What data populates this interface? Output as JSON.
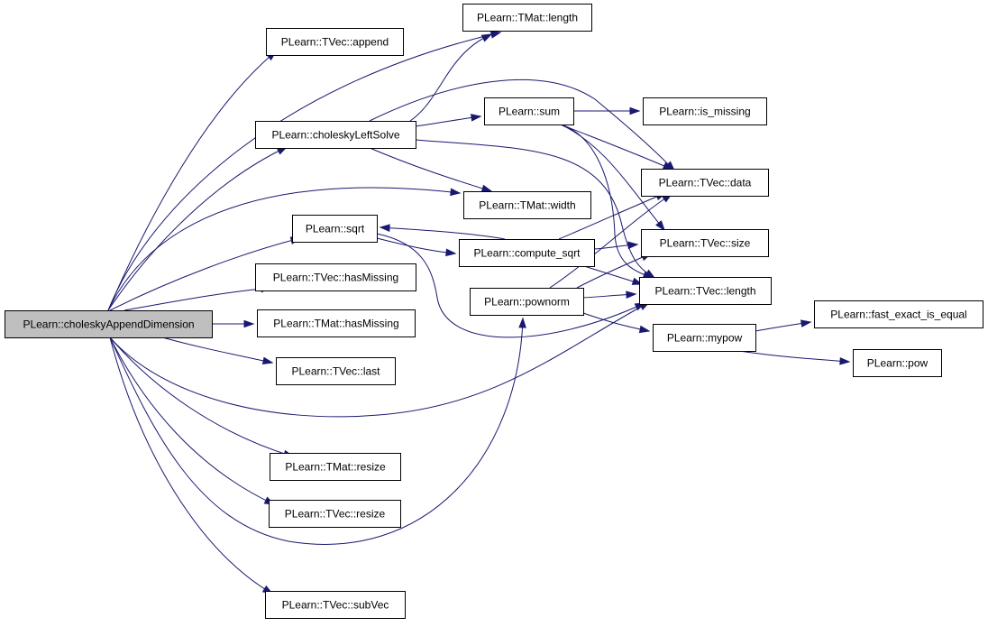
{
  "graph": {
    "colors": {
      "edge": "#191970",
      "root_fill": "#bfbfbf",
      "node_fill": "#ffffff"
    },
    "nodes": [
      {
        "id": "cholesky_append_dimension",
        "label": "PLearn::choleskyAppendDimension"
      },
      {
        "id": "tvec_append",
        "label": "PLearn::TVec::append"
      },
      {
        "id": "tmat_length",
        "label": "PLearn::TMat::length"
      },
      {
        "id": "cholesky_left_solve",
        "label": "PLearn::choleskyLeftSolve"
      },
      {
        "id": "sum",
        "label": "PLearn::sum"
      },
      {
        "id": "is_missing",
        "label": "PLearn::is_missing"
      },
      {
        "id": "tvec_data",
        "label": "PLearn::TVec::data"
      },
      {
        "id": "tmat_width",
        "label": "PLearn::TMat::width"
      },
      {
        "id": "sqrt",
        "label": "PLearn::sqrt"
      },
      {
        "id": "compute_sqrt",
        "label": "PLearn::compute_sqrt"
      },
      {
        "id": "tvec_size",
        "label": "PLearn::TVec::size"
      },
      {
        "id": "tvec_hasmissing",
        "label": "PLearn::TVec::hasMissing"
      },
      {
        "id": "pownorm",
        "label": "PLearn::pownorm"
      },
      {
        "id": "tvec_length",
        "label": "PLearn::TVec::length"
      },
      {
        "id": "tmat_hasmissing",
        "label": "PLearn::TMat::hasMissing"
      },
      {
        "id": "mypow",
        "label": "PLearn::mypow"
      },
      {
        "id": "fast_exact_is_equal",
        "label": "PLearn::fast_exact_is_equal"
      },
      {
        "id": "pow",
        "label": "PLearn::pow"
      },
      {
        "id": "tvec_last",
        "label": "PLearn::TVec::last"
      },
      {
        "id": "tmat_resize",
        "label": "PLearn::TMat::resize"
      },
      {
        "id": "tvec_resize",
        "label": "PLearn::TVec::resize"
      },
      {
        "id": "tvec_subvec",
        "label": "PLearn::TVec::subVec"
      }
    ],
    "edges": [
      {
        "from": "cholesky_append_dimension",
        "to": "tvec_append"
      },
      {
        "from": "cholesky_append_dimension",
        "to": "tmat_length"
      },
      {
        "from": "cholesky_append_dimension",
        "to": "cholesky_left_solve"
      },
      {
        "from": "cholesky_append_dimension",
        "to": "tmat_width"
      },
      {
        "from": "cholesky_append_dimension",
        "to": "sqrt"
      },
      {
        "from": "cholesky_append_dimension",
        "to": "tvec_hasmissing"
      },
      {
        "from": "cholesky_append_dimension",
        "to": "tmat_hasmissing"
      },
      {
        "from": "cholesky_append_dimension",
        "to": "tvec_last"
      },
      {
        "from": "cholesky_append_dimension",
        "to": "tvec_length"
      },
      {
        "from": "cholesky_append_dimension",
        "to": "tmat_resize"
      },
      {
        "from": "cholesky_append_dimension",
        "to": "tvec_resize"
      },
      {
        "from": "cholesky_append_dimension",
        "to": "pownorm"
      },
      {
        "from": "cholesky_append_dimension",
        "to": "tvec_subvec"
      },
      {
        "from": "cholesky_left_solve",
        "to": "tmat_length"
      },
      {
        "from": "cholesky_left_solve",
        "to": "sum"
      },
      {
        "from": "cholesky_left_solve",
        "to": "tvec_data"
      },
      {
        "from": "cholesky_left_solve",
        "to": "tmat_width"
      },
      {
        "from": "cholesky_left_solve",
        "to": "tvec_length"
      },
      {
        "from": "sum",
        "to": "is_missing"
      },
      {
        "from": "sum",
        "to": "tvec_data"
      },
      {
        "from": "sum",
        "to": "tvec_size"
      },
      {
        "from": "sum",
        "to": "tvec_length"
      },
      {
        "from": "sqrt",
        "to": "compute_sqrt"
      },
      {
        "from": "sqrt",
        "to": "tvec_length"
      },
      {
        "from": "compute_sqrt",
        "to": "sqrt"
      },
      {
        "from": "compute_sqrt",
        "to": "tvec_data"
      },
      {
        "from": "compute_sqrt",
        "to": "tvec_size"
      },
      {
        "from": "compute_sqrt",
        "to": "tvec_length"
      },
      {
        "from": "pownorm",
        "to": "tvec_data"
      },
      {
        "from": "pownorm",
        "to": "tvec_size"
      },
      {
        "from": "pownorm",
        "to": "tvec_length"
      },
      {
        "from": "pownorm",
        "to": "mypow"
      },
      {
        "from": "mypow",
        "to": "fast_exact_is_equal"
      },
      {
        "from": "mypow",
        "to": "pow"
      }
    ]
  }
}
